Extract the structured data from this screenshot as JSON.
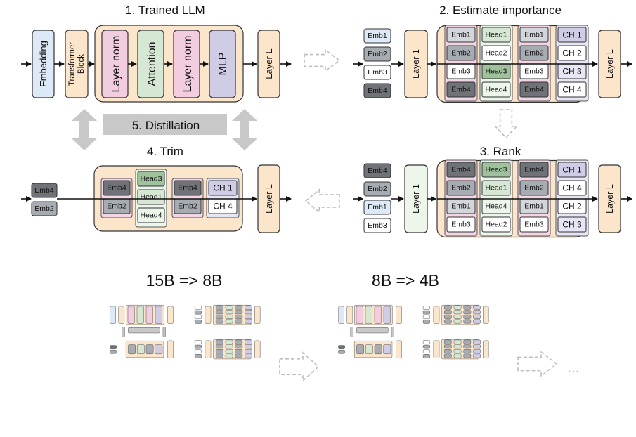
{
  "titles": {
    "trained_llm": "1. Trained LLM",
    "estimate": "2. Estimate importance",
    "rank": "3. Rank",
    "trim": "4. Trim",
    "distillation": "5. Distillation"
  },
  "blocks": {
    "embedding": "Embedding",
    "transformer_line1": "Transformer",
    "transformer_line2": "Block",
    "layer_norm": "Layer norm",
    "attention": "Attention",
    "mlp": "MLP",
    "layer_l": "Layer L",
    "layer_1": "Layer 1"
  },
  "estimate": {
    "input_embs": [
      "Emb1",
      "Emb2",
      "Emb3",
      "Emb4"
    ],
    "embs": [
      "Emb1",
      "Emb2",
      "Emb3",
      "Emb4"
    ],
    "heads": [
      "Head1",
      "Head2",
      "Head3",
      "Head4"
    ],
    "chs": [
      "CH 1",
      "CH 2",
      "CH 3",
      "CH 4"
    ]
  },
  "rank": {
    "input_embs": [
      "Emb4",
      "Emb2",
      "Emb1",
      "Emb3"
    ],
    "embs": [
      "Emb4",
      "Emb2",
      "Emb1",
      "Emb3"
    ],
    "heads": [
      "Head3",
      "Head1",
      "Head4",
      "Head2"
    ],
    "chs": [
      "CH 1",
      "CH 4",
      "CH 2",
      "CH 3"
    ]
  },
  "trim": {
    "input_embs": [
      "Emb4",
      "Emb2"
    ],
    "embs": [
      "Emb4",
      "Emb2"
    ],
    "heads": [
      "Head3",
      "Head1",
      "Head4"
    ],
    "chs": [
      "CH 1",
      "CH 4"
    ]
  },
  "stages": [
    "15B => 8B",
    "8B => 4B"
  ],
  "ellipsis": "...",
  "colors": {
    "beige": "#fbe5cb",
    "pink": "#f2cde0",
    "green": "#d6e8d4",
    "lavender": "#cfcce6",
    "light_blue": "#dde9f7",
    "dark_gray": "#6f7378",
    "mid_gray": "#a7acb2",
    "light_gray": "#d3d6da",
    "arrow_gray": "#c8c8c8"
  }
}
